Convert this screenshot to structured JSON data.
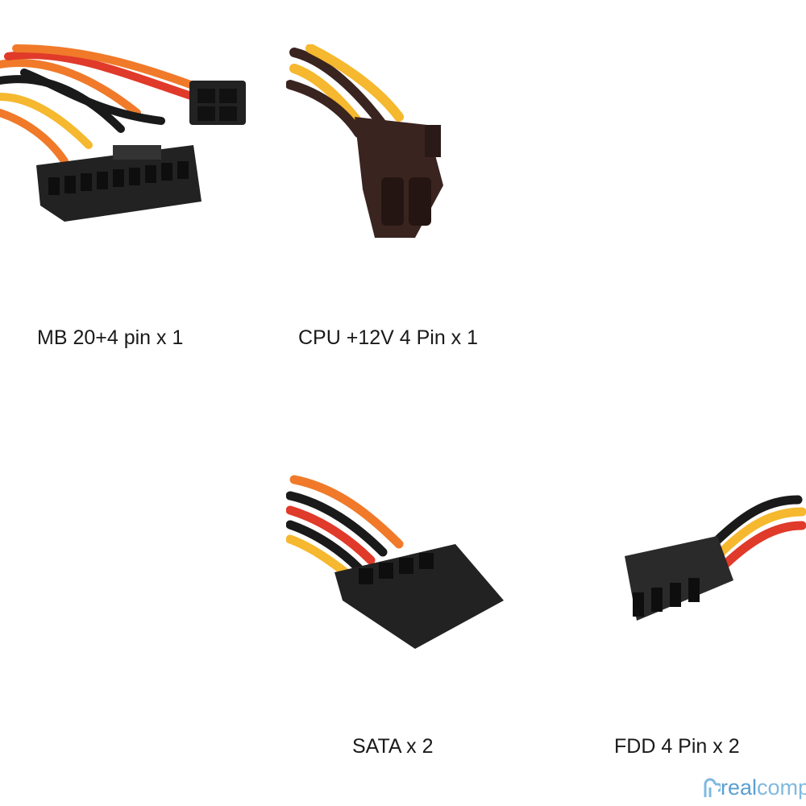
{
  "connectors": [
    {
      "label": "MB 20+4 pin x 1",
      "icon": "mb-24pin-connector"
    },
    {
      "label": "CPU +12V 4 Pin x 1",
      "icon": "cpu-4pin-connector"
    },
    {
      "label": "SATA x 2",
      "icon": "sata-connector"
    },
    {
      "label": "FDD 4 Pin x 2",
      "icon": "fdd-4pin-connector"
    }
  ],
  "logo": {
    "part1": "real",
    "part2": "comp"
  },
  "colors": {
    "wire_yellow": "#f5b82e",
    "wire_orange": "#f07a2a",
    "wire_red": "#e03a2a",
    "wire_black": "#1a1a1a",
    "connector_black": "#222222",
    "connector_brown": "#3a2420",
    "logo_blue": "#7fb9e0"
  }
}
